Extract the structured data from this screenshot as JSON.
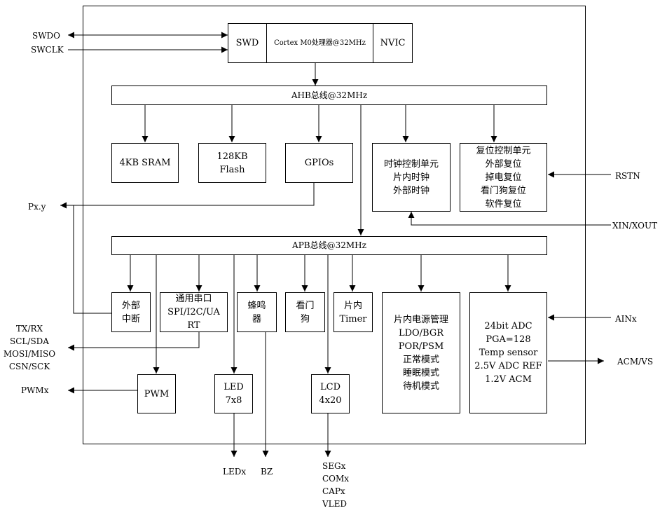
{
  "cpu": {
    "swd": "SWD",
    "core": "Cortex M0处理器@32MHz",
    "nvic": "NVIC"
  },
  "buses": {
    "ahb": "AHB总线@32MHz",
    "apb": "APB总线@32MHz"
  },
  "ahb_blocks": {
    "sram": "4KB SRAM",
    "flash": [
      "128KB",
      "Flash"
    ],
    "gpio": "GPIOs",
    "clock": [
      "时钟控制单元",
      "片内时钟",
      "外部时钟"
    ],
    "reset": [
      "复位控制单元",
      "外部复位",
      "掉电复位",
      "看门狗复位",
      "软件复位"
    ]
  },
  "apb_blocks": {
    "ext_int": [
      "外部",
      "中断"
    ],
    "uart": [
      "通用串口",
      "SPI/I2C/UA",
      "RT"
    ],
    "buzzer": [
      "蜂鸣",
      "器"
    ],
    "watchdog": [
      "看门",
      "狗"
    ],
    "timer": [
      "片内",
      "Timer"
    ],
    "power": [
      "片内电源管理",
      "LDO/BGR",
      "POR/PSM",
      "正常模式",
      "睡眠模式",
      "待机模式"
    ],
    "adc": [
      "24bit ADC",
      "PGA=128",
      "Temp sensor",
      "2.5V ADC REF",
      "1.2V ACM"
    ],
    "pwm": "PWM",
    "led": [
      "LED",
      "7x8"
    ],
    "lcd": [
      "LCD",
      "4x20"
    ]
  },
  "signals": {
    "swdo": "SWDO",
    "swclk": "SWCLK",
    "pxy": "Px.y",
    "serial": [
      "TX/RX",
      "SCL/SDA",
      "MOSI/MISO",
      "CSN/SCK"
    ],
    "pwmx": "PWMx",
    "rstn": "RSTN",
    "xin": "XIN/XOUT",
    "ainx": "AINx",
    "acm": "ACM/VS",
    "ledx": "LEDx",
    "bz": "BZ",
    "lcd_pins": [
      "SEGx",
      "COMx",
      "CAPx",
      "VLED"
    ]
  }
}
